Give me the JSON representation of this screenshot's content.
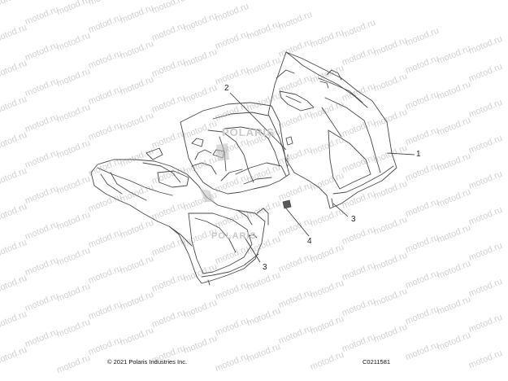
{
  "watermark": "motod.ru",
  "brand_stamp": "POLARIS",
  "callouts": {
    "c1": "1",
    "c2": "2",
    "c3a": "3",
    "c3b": "3",
    "c4": "4"
  },
  "footer": {
    "copyright": "© 2021 Polaris Industries Inc.",
    "code": "C0211581"
  },
  "colors": {
    "line": "#4a4a4a",
    "shade": "#bdbdbd",
    "watermark": "#d2d2d2"
  }
}
